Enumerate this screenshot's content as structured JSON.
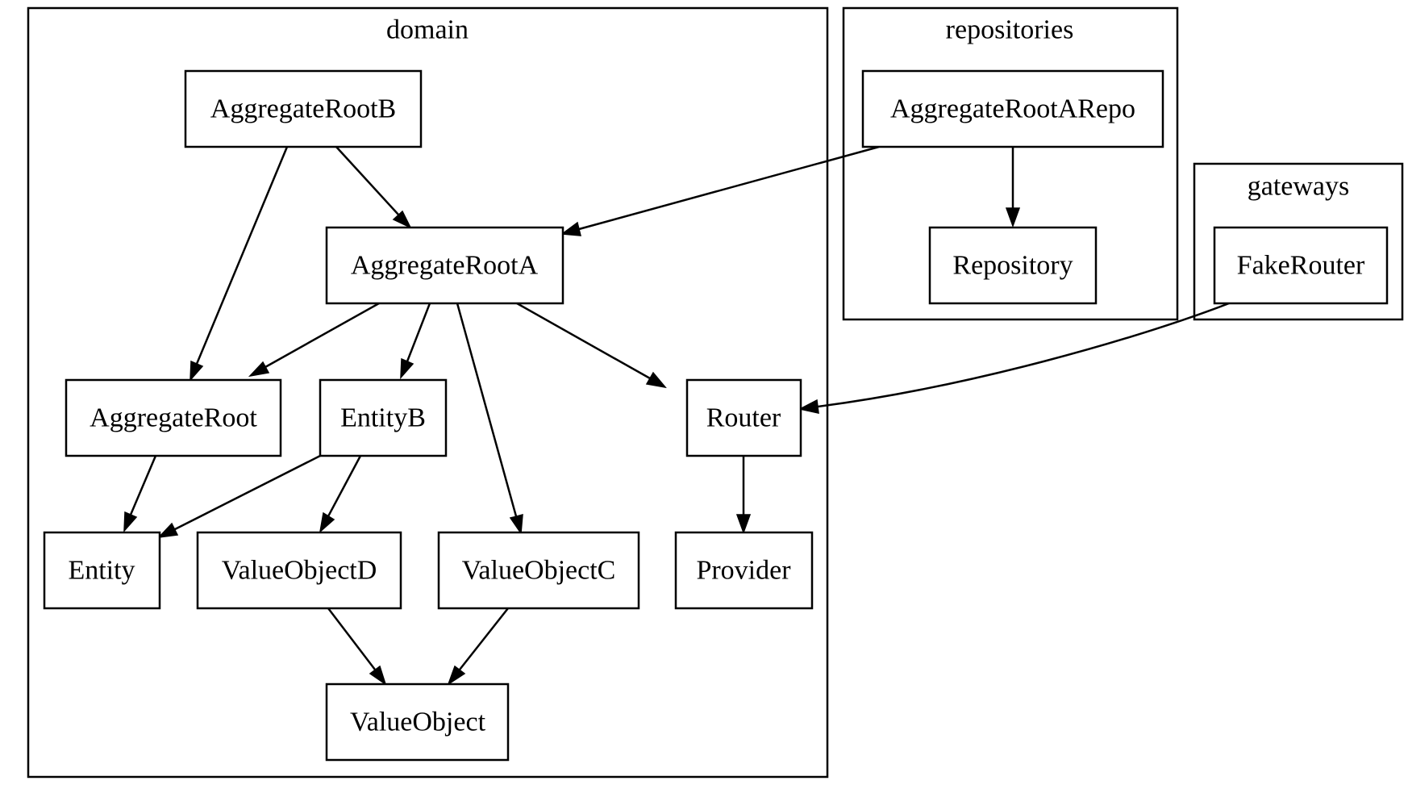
{
  "clusters": {
    "domain": "domain",
    "repositories": "repositories",
    "gateways": "gateways"
  },
  "nodes": {
    "aggregate_root_b": "AggregateRootB",
    "aggregate_root_a": "AggregateRootA",
    "aggregate_root": "AggregateRoot",
    "entity_b": "EntityB",
    "router": "Router",
    "entity": "Entity",
    "value_object_d": "ValueObjectD",
    "value_object_c": "ValueObjectC",
    "provider": "Provider",
    "value_object": "ValueObject",
    "aggregate_root_a_repo": "AggregateRootARepo",
    "repository": "Repository",
    "fake_router": "FakeRouter"
  },
  "edges": [
    {
      "from": "AggregateRootB",
      "to": "AggregateRootA"
    },
    {
      "from": "AggregateRootB",
      "to": "AggregateRoot"
    },
    {
      "from": "AggregateRootA",
      "to": "AggregateRoot"
    },
    {
      "from": "AggregateRootA",
      "to": "EntityB"
    },
    {
      "from": "AggregateRootA",
      "to": "ValueObjectC"
    },
    {
      "from": "AggregateRootA",
      "to": "Router"
    },
    {
      "from": "AggregateRoot",
      "to": "Entity"
    },
    {
      "from": "EntityB",
      "to": "Entity"
    },
    {
      "from": "EntityB",
      "to": "ValueObjectD"
    },
    {
      "from": "ValueObjectD",
      "to": "ValueObject"
    },
    {
      "from": "ValueObjectC",
      "to": "ValueObject"
    },
    {
      "from": "Router",
      "to": "Provider"
    },
    {
      "from": "AggregateRootARepo",
      "to": "AggregateRootA"
    },
    {
      "from": "AggregateRootARepo",
      "to": "Repository"
    },
    {
      "from": "FakeRouter",
      "to": "Router"
    }
  ]
}
